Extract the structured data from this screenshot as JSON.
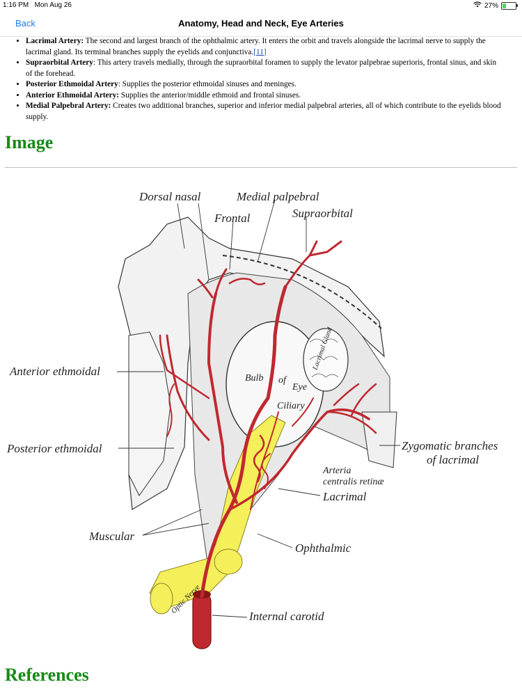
{
  "status_bar": {
    "time": "1:16 PM",
    "date": "Mon Aug 26",
    "battery": "27%",
    "battery_level": 0.27
  },
  "nav": {
    "back_label": "Back",
    "title": "Anatomy, Head and Neck, Eye Arteries"
  },
  "bullets": [
    {
      "term": "Lacrimal Artery:",
      "text": " The second and largest branch of the ophthalmic artery. It enters the orbit and travels alongside the lacrimal nerve to supply the lacrimal gland. Its terminal branches supply the eyelids and conjunctiva.",
      "ref": "[11]"
    },
    {
      "term": "Supraorbital Artery",
      "text": ": This artery travels medially, through the supraorbital foramen to supply the levator palpebrae superioris, frontal sinus, and skin of the forehead."
    },
    {
      "term": "Posterior Ethmoidal Artery",
      "text": ": Supplies the posterior ethmoidal sinuses and meninges."
    },
    {
      "term": "Anterior Ethmoidal Artery:",
      "text": " Supplies the anterior/middle ethmoid and frontal sinuses."
    },
    {
      "term": "Medial Palpebral Artery:",
      "text": " Creates two additional branches, superior and inferior medial palpebral arteries, all of which contribute to the eyelids blood supply."
    }
  ],
  "sections": {
    "image_heading": "Image",
    "references_heading": "References"
  },
  "figure": {
    "labels": {
      "dorsal_nasal": "Dorsal nasal",
      "medial_palpebral": "Medial palpebral",
      "frontal": "Frontal",
      "supraorbital": "Supraorbital",
      "anterior_ethmoidal": "Anterior ethmoidal",
      "posterior_ethmoidal": "Posterior ethmoidal",
      "muscular": "Muscular",
      "zygomatic_1": "Zygomatic branches",
      "zygomatic_2": "of lacrimal",
      "arteria_1": "Arteria",
      "arteria_2": "centralis retinæ",
      "lacrimal": "Lacrimal",
      "ophthalmic": "Ophthalmic",
      "internal_carotid": "Internal carotid",
      "bulb": "Bulb",
      "of": "of",
      "eye": "Eye",
      "ciliary": "Ciliary",
      "optic_nerve": "Optic Nerve",
      "lacrimal_gland": "Lacrimal Gland"
    },
    "colors": {
      "artery": "#c0282f",
      "nerve": "#f4ef5a",
      "bone": "#f2f2f2"
    }
  }
}
